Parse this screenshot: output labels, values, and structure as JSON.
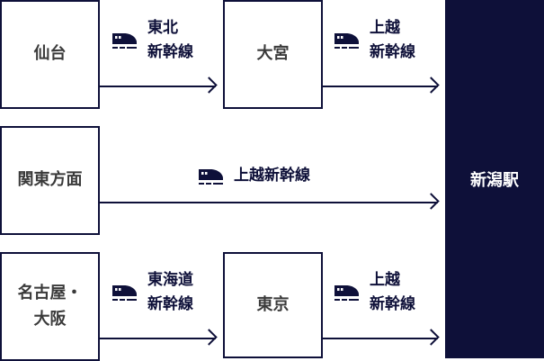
{
  "origins": [
    {
      "name": "仙台"
    },
    {
      "name": "関東方面"
    },
    {
      "name_line1": "名古屋・",
      "name_line2": "大阪"
    }
  ],
  "transfers": [
    {
      "name": "大宮"
    },
    {
      "name": "東京"
    }
  ],
  "destination": {
    "name": "新潟駅"
  },
  "routes": {
    "sendai_to_omiya": {
      "line1": "東北",
      "line2": "新幹線",
      "icon": "shinkansen-train-icon"
    },
    "omiya_to_niigata": {
      "line1": "上越",
      "line2": "新幹線",
      "icon": "shinkansen-train-icon"
    },
    "kanto_to_niigata": {
      "label": "上越新幹線",
      "icon": "shinkansen-train-icon"
    },
    "nagoya_to_tokyo": {
      "line1": "東海道",
      "line2": "新幹線",
      "icon": "shinkansen-train-icon"
    },
    "tokyo_to_niigata": {
      "line1": "上越",
      "line2": "新幹線",
      "icon": "shinkansen-train-icon"
    }
  },
  "colors": {
    "navy": "#0e1039",
    "text": "#3a3a3a",
    "background": "#ffffff"
  }
}
